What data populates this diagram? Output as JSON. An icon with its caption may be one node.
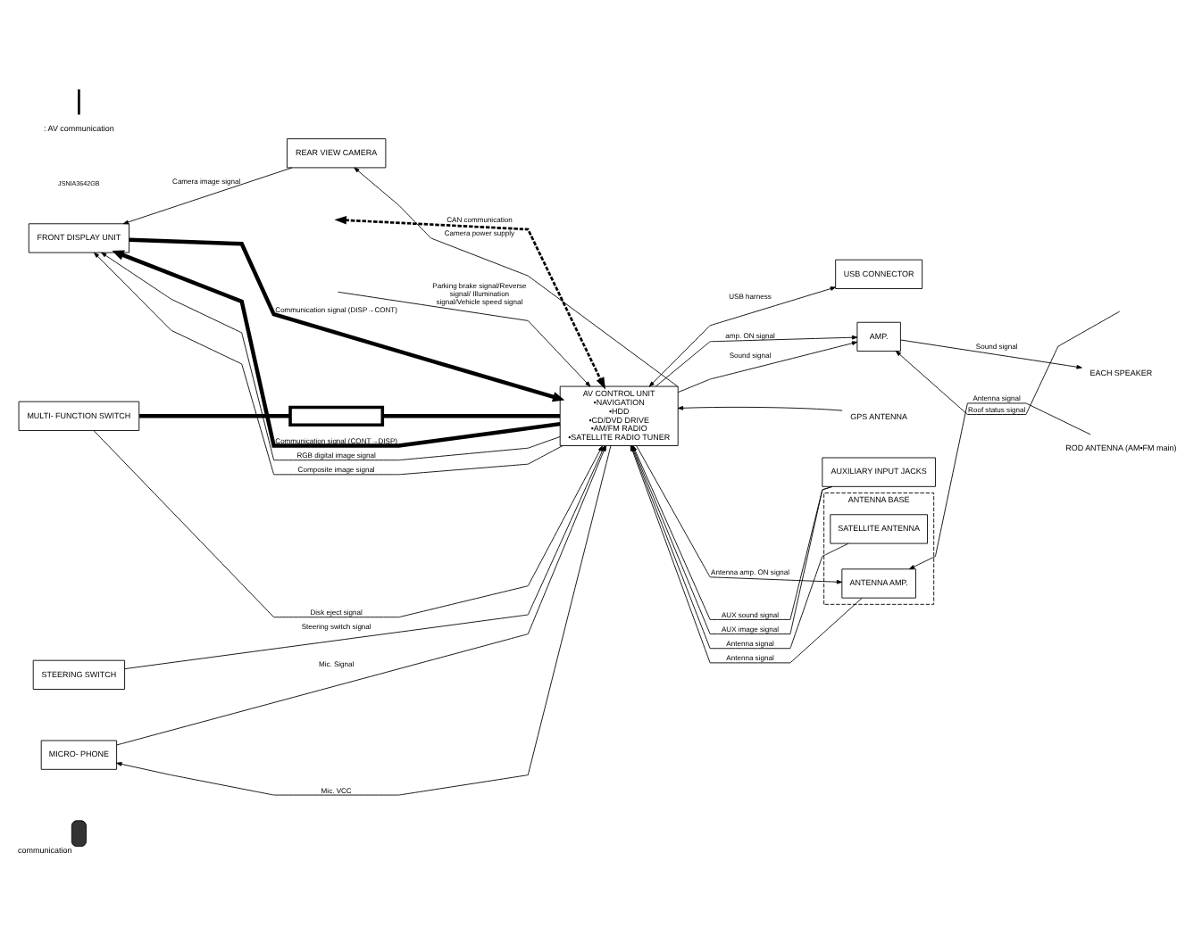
{
  "diagram": {
    "nodes": [
      {
        "text": [
          "FRONT DISPLAY UNIT"
        ]
      },
      {
        "text": [
          "AV CONTROL UNIT",
          "•NAVIGATION",
          "•HDD",
          "•CD/DVD DRIVE",
          "•AM/FM RADIO",
          "•SATELLITE RADIO TUNER"
        ]
      },
      {
        "text": [
          "REAR VIEW CAMERA"
        ]
      },
      {
        "text": [
          "GPS ANTENNA"
        ]
      },
      {
        "text": [
          "AUXILIARY INPUT JACKS"
        ]
      },
      {
        "text": [
          "USB CONNECTOR"
        ]
      },
      {
        "text": [
          "ANTENNA BASE"
        ]
      },
      {
        "text": [
          "SATELLITE ANTENNA"
        ],
        "in": 6
      },
      {
        "text": [
          "ANTENNA AMP."
        ],
        "in": 6
      },
      {
        "text": [
          "ROD ANTENNA (AM•FM main)"
        ]
      },
      {
        "text": [
          "MULTI- FUNCTION SWITCH"
        ]
      },
      {
        "text": [
          "STEERING SWITCH"
        ]
      },
      {
        "text": [
          "MICRO- PHONE"
        ]
      },
      {
        "text": [
          "AMP."
        ]
      },
      {
        "text": [
          "EACH SPEAKER"
        ]
      },
      {
        "text": [],
        "shape": "phone",
        "beside": [
          "communication"
        ]
      },
      {
        "text": [],
        "shape": "bar"
      }
    ],
    "edges": [
      {
        "from": 1,
        "to": 0,
        "arrow": "to",
        "label": "Communication signal (CONT→DISP)",
        "style": "thick"
      },
      {
        "from": 0,
        "to": 1,
        "arrow": "to",
        "label": "Communication signal (DISP→CONT)",
        "style": "thick"
      },
      {
        "from": 1,
        "to": 0,
        "arrow": "to",
        "label": "RGB digital image signal"
      },
      {
        "from": 1,
        "to": 0,
        "arrow": "to",
        "label": "Composite image signal"
      },
      {
        "from": 2,
        "to": 0,
        "arrow": "to",
        "label": "Camera image signal"
      },
      {
        "from": 1,
        "to": 2,
        "arrow": "to",
        "label": "Camera power supply"
      },
      {
        "from": 3,
        "to": 1,
        "arrow": "to"
      },
      {
        "from": 4,
        "to": 1,
        "arrow": "to",
        "label": "AUX sound signal"
      },
      {
        "from": 4,
        "to": 1,
        "arrow": "to",
        "label": "AUX image signal"
      },
      {
        "from": 1,
        "to": 5,
        "arrow": "both",
        "label": "USB harness"
      },
      {
        "from": 7,
        "to": 1,
        "arrow": "to",
        "label": "Antenna signal"
      },
      {
        "from": 1,
        "to": 8,
        "arrow": "to",
        "label": "Antenna amp. ON signal"
      },
      {
        "from": 8,
        "to": 1,
        "arrow": "to",
        "label": "Antenna signal"
      },
      {
        "from": 9,
        "to": 8,
        "arrow": "to",
        "label": "Antenna signal"
      },
      {
        "from": null,
        "to": 1,
        "arrow": "both",
        "label": "CAN communication",
        "style": "dashed"
      },
      {
        "from": null,
        "to": 1,
        "arrow": "to",
        "label": "Parking brake signal/Reverse signal/ Illumination signal/Vehicle speed signal"
      },
      {
        "from": 10,
        "to": 1,
        "arrow": "to",
        "label": "Disk eject signal"
      },
      {
        "from": 10,
        "to": 16,
        "arrow": "none",
        "style": "thick"
      },
      {
        "from": 16,
        "to": 1,
        "arrow": "none",
        "style": "thick"
      },
      {
        "from": 11,
        "to": 1,
        "arrow": "to",
        "label": "Steering switch signal"
      },
      {
        "from": 1,
        "to": 12,
        "arrow": "to",
        "label": "Mic. VCC"
      },
      {
        "from": 12,
        "to": 1,
        "arrow": "to",
        "label": "Mic. Signal"
      },
      {
        "from": 1,
        "to": 13,
        "arrow": "to",
        "label": "amp. ON signal"
      },
      {
        "from": 1,
        "to": 13,
        "arrow": "to",
        "label": "Sound signal"
      },
      {
        "from": 13,
        "to": 14,
        "arrow": "to",
        "label": "Sound signal"
      },
      {
        "from": null,
        "to": 13,
        "arrow": "to",
        "label": "Roof status signal"
      }
    ],
    "labels": [
      "JSNIA3642GB"
    ],
    "legend": [
      {
        "text": ": AV communication"
      }
    ]
  }
}
